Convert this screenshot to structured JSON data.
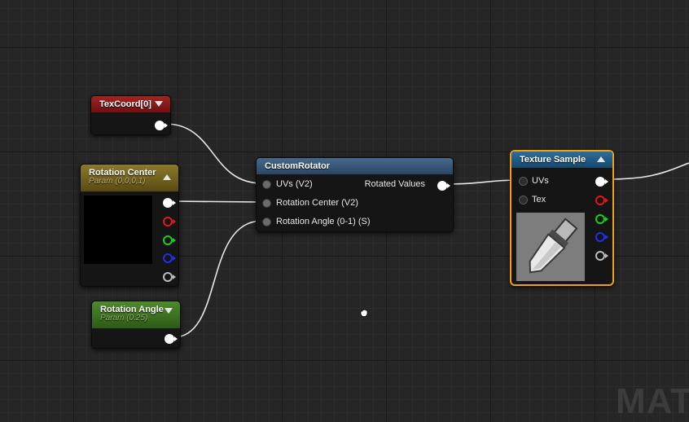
{
  "nodes": {
    "texcoord": {
      "title": "TexCoord[0]",
      "header_color": "#8a1a1a"
    },
    "rotation_center": {
      "title": "Rotation Center",
      "subtitle": "Param (0,0,0,1)",
      "header_color": "#6b5d18"
    },
    "rotation_angle": {
      "title": "Rotation Angle",
      "subtitle": "Param (0.25)",
      "header_color": "#3a6e1e"
    },
    "custom_rotator": {
      "title": "CustomRotator",
      "header_color": "#3a5a7a",
      "inputs": [
        "UVs (V2)",
        "Rotation Center (V2)",
        "Rotation Angle (0-1) (S)"
      ],
      "output": "Rotated Values"
    },
    "texture_sample": {
      "title": "Texture Sample",
      "header_color": "#1f5a86",
      "highlight_color": "#f0a010",
      "inputs": [
        "UVs",
        "Tex"
      ]
    }
  },
  "watermark": "MAT",
  "icons": {
    "collapse": "triangle-up",
    "expand": "triangle-down",
    "cursor": "hand-grab-icon"
  }
}
